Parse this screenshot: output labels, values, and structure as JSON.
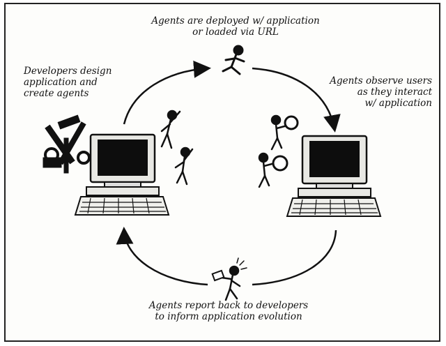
{
  "labels": {
    "top": [
      "Agents are deployed w/ application",
      "or loaded via URL"
    ],
    "left": [
      "Developers design",
      "application and",
      "create agents"
    ],
    "right": [
      "Agents observe users",
      "as they interact",
      "w/ application"
    ],
    "bottom": [
      "Agents report back to developers",
      "to inform application evolution"
    ]
  },
  "icons": [
    "tools-icon",
    "developer-computer-icon",
    "agent-figure-icon",
    "running-agent-icon",
    "user-computer-icon",
    "magnifier-agent-icon",
    "reporting-agent-icon"
  ],
  "colors": {
    "ink": "#111111",
    "screen": "#0d0d0d",
    "panel": "#f4f4f0"
  }
}
